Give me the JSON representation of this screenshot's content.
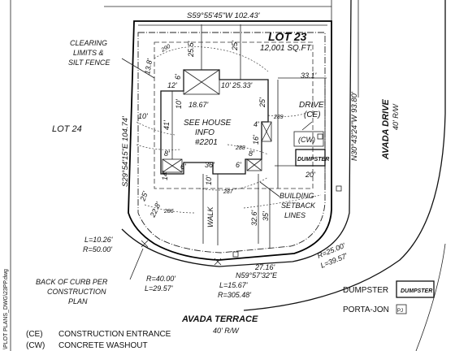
{
  "lot": {
    "title": "LOT 23",
    "area": "12,001 SQ.FT."
  },
  "adjacent_lot": "LOT 24",
  "streets": {
    "side": {
      "name": "AVADA DRIVE",
      "row": "40' R/W"
    },
    "front": {
      "name": "AVADA TERRACE",
      "row": "40' R/W"
    }
  },
  "bearings": {
    "north": "S59°55'45\"W  102.43'",
    "east": "N30°43'24\"W  93.80'",
    "west": "S29°54'15\"E  104.74'",
    "front": "N59°57'32\"E"
  },
  "curves": {
    "left_l": "L=10.26'",
    "left_r": "R=50.00'",
    "mid_r": "R=40.00'",
    "mid_l": "L=29.57'",
    "front_l": "L=15.67'",
    "front_r": "R=305.48'",
    "right_r": "R=25.00'",
    "right_l": "L=39.57'"
  },
  "front_dim": "27.16'",
  "house": {
    "line1": "SEE HOUSE",
    "line2": "INFO",
    "line3": "#2201"
  },
  "dims": {
    "d_25_5": "25.5'",
    "d_25_top": "25'",
    "d_13_8": "13.8'",
    "d_6a": "6'",
    "d_12": "12'",
    "d_10a": "10'",
    "d_25_33": "25.33'",
    "d_33_1": "33.1'",
    "d_18_67": "18.67'",
    "d_10b": "10'",
    "d_25_r": "25'",
    "d_10c": "10'",
    "d_41": "41'",
    "d_4": "4'",
    "d_16": "16'",
    "d_8a": "8'",
    "d_6b": "6'",
    "d_36": "36'",
    "d_6c": "6'",
    "d_8b": "8'",
    "d_14": "14'",
    "d_20": "20'",
    "d_10d": "10'",
    "d_25_l": "25'",
    "d_22_8": "22.8'",
    "d_32_6": "32.6'",
    "d_35": "35'"
  },
  "contours": [
    "290",
    "289",
    "288",
    "287",
    "286"
  ],
  "labels": {
    "drive": "DRIVE",
    "ce": "(CE)",
    "cw": "(CW)",
    "dumpster": "DUMPSTER",
    "walk": "WALK",
    "setback1": "BUILDING",
    "setback2": "SETBACK",
    "setback3": "LINES",
    "clearing1": "CLEARING",
    "clearing2": "LIMITS &",
    "clearing3": "SILT FENCE",
    "curb1": "BACK OF CURB PER",
    "curb2": "CONSTRUCTION",
    "curb3": "PLAN"
  },
  "legend": {
    "dumpster_label": "DUMPSTER",
    "dumpster_symbol": "DUMPSTER",
    "portajon_label": "PORTA-JON",
    "portajon_symbol": "PJ",
    "ce_code": "(CE)",
    "ce_text": "CONSTRUCTION ENTRANCE",
    "cw_code": "(CW)",
    "cw_text": "CONCRETE WASHOUT"
  },
  "sidebar_path": "\\PLOT PLANS_DWG\\23PP.dwg"
}
